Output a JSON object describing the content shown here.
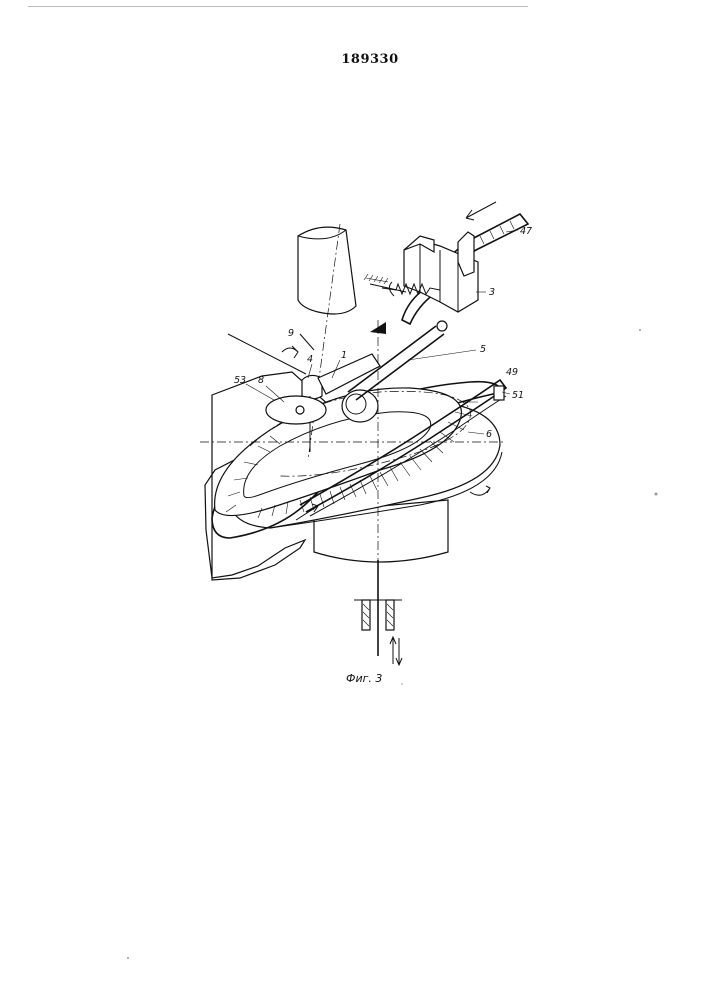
{
  "header": {
    "patent_number": "189330"
  },
  "figure": {
    "caption": "Фиг. 3",
    "labels": {
      "l1": "1",
      "l3": "3",
      "l4": "4",
      "l5": "5",
      "l6": "6",
      "l8": "8",
      "l9": "9",
      "l47": "47",
      "l49": "49",
      "l51": "51",
      "l53": "53"
    }
  }
}
